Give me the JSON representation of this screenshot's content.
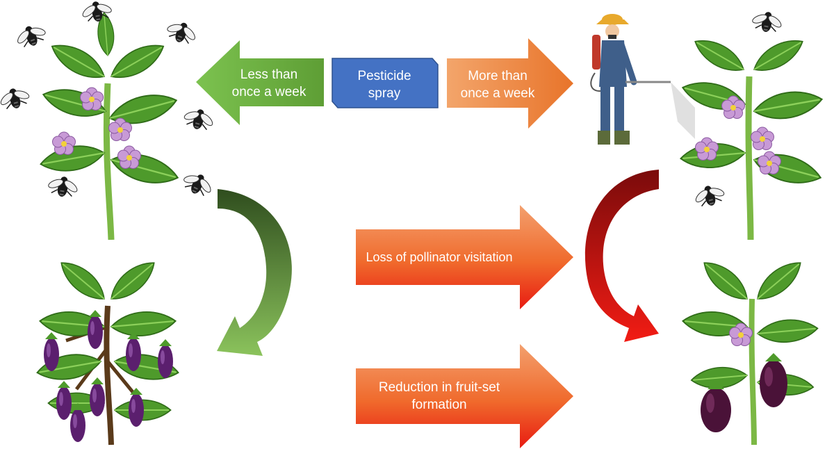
{
  "labels": {
    "less_line1": "Less than",
    "less_line2": "once a week",
    "pesticide_line1": "Pesticide",
    "pesticide_line2": "spray",
    "more_line1": "More than",
    "more_line2": "once a week",
    "loss": "Loss of pollinator visitation",
    "reduction_line1": "Reduction in fruit-set",
    "reduction_line2": "formation"
  },
  "colors": {
    "green_arrow": "#70ad47",
    "pesticide_box": "#4472c4",
    "orange_arrow": "#ed7d31",
    "red_arrow": "#e0190f",
    "dark_green": "#375623",
    "dark_red": "#8b0000",
    "leaf": "#4e9a2b",
    "flower": "#c89ad6",
    "eggplant": "#5b1f6e"
  },
  "icons": [
    "plant-flowering-icon",
    "bee-icon",
    "farmer-spraying-icon",
    "eggplant-plant-icon"
  ]
}
